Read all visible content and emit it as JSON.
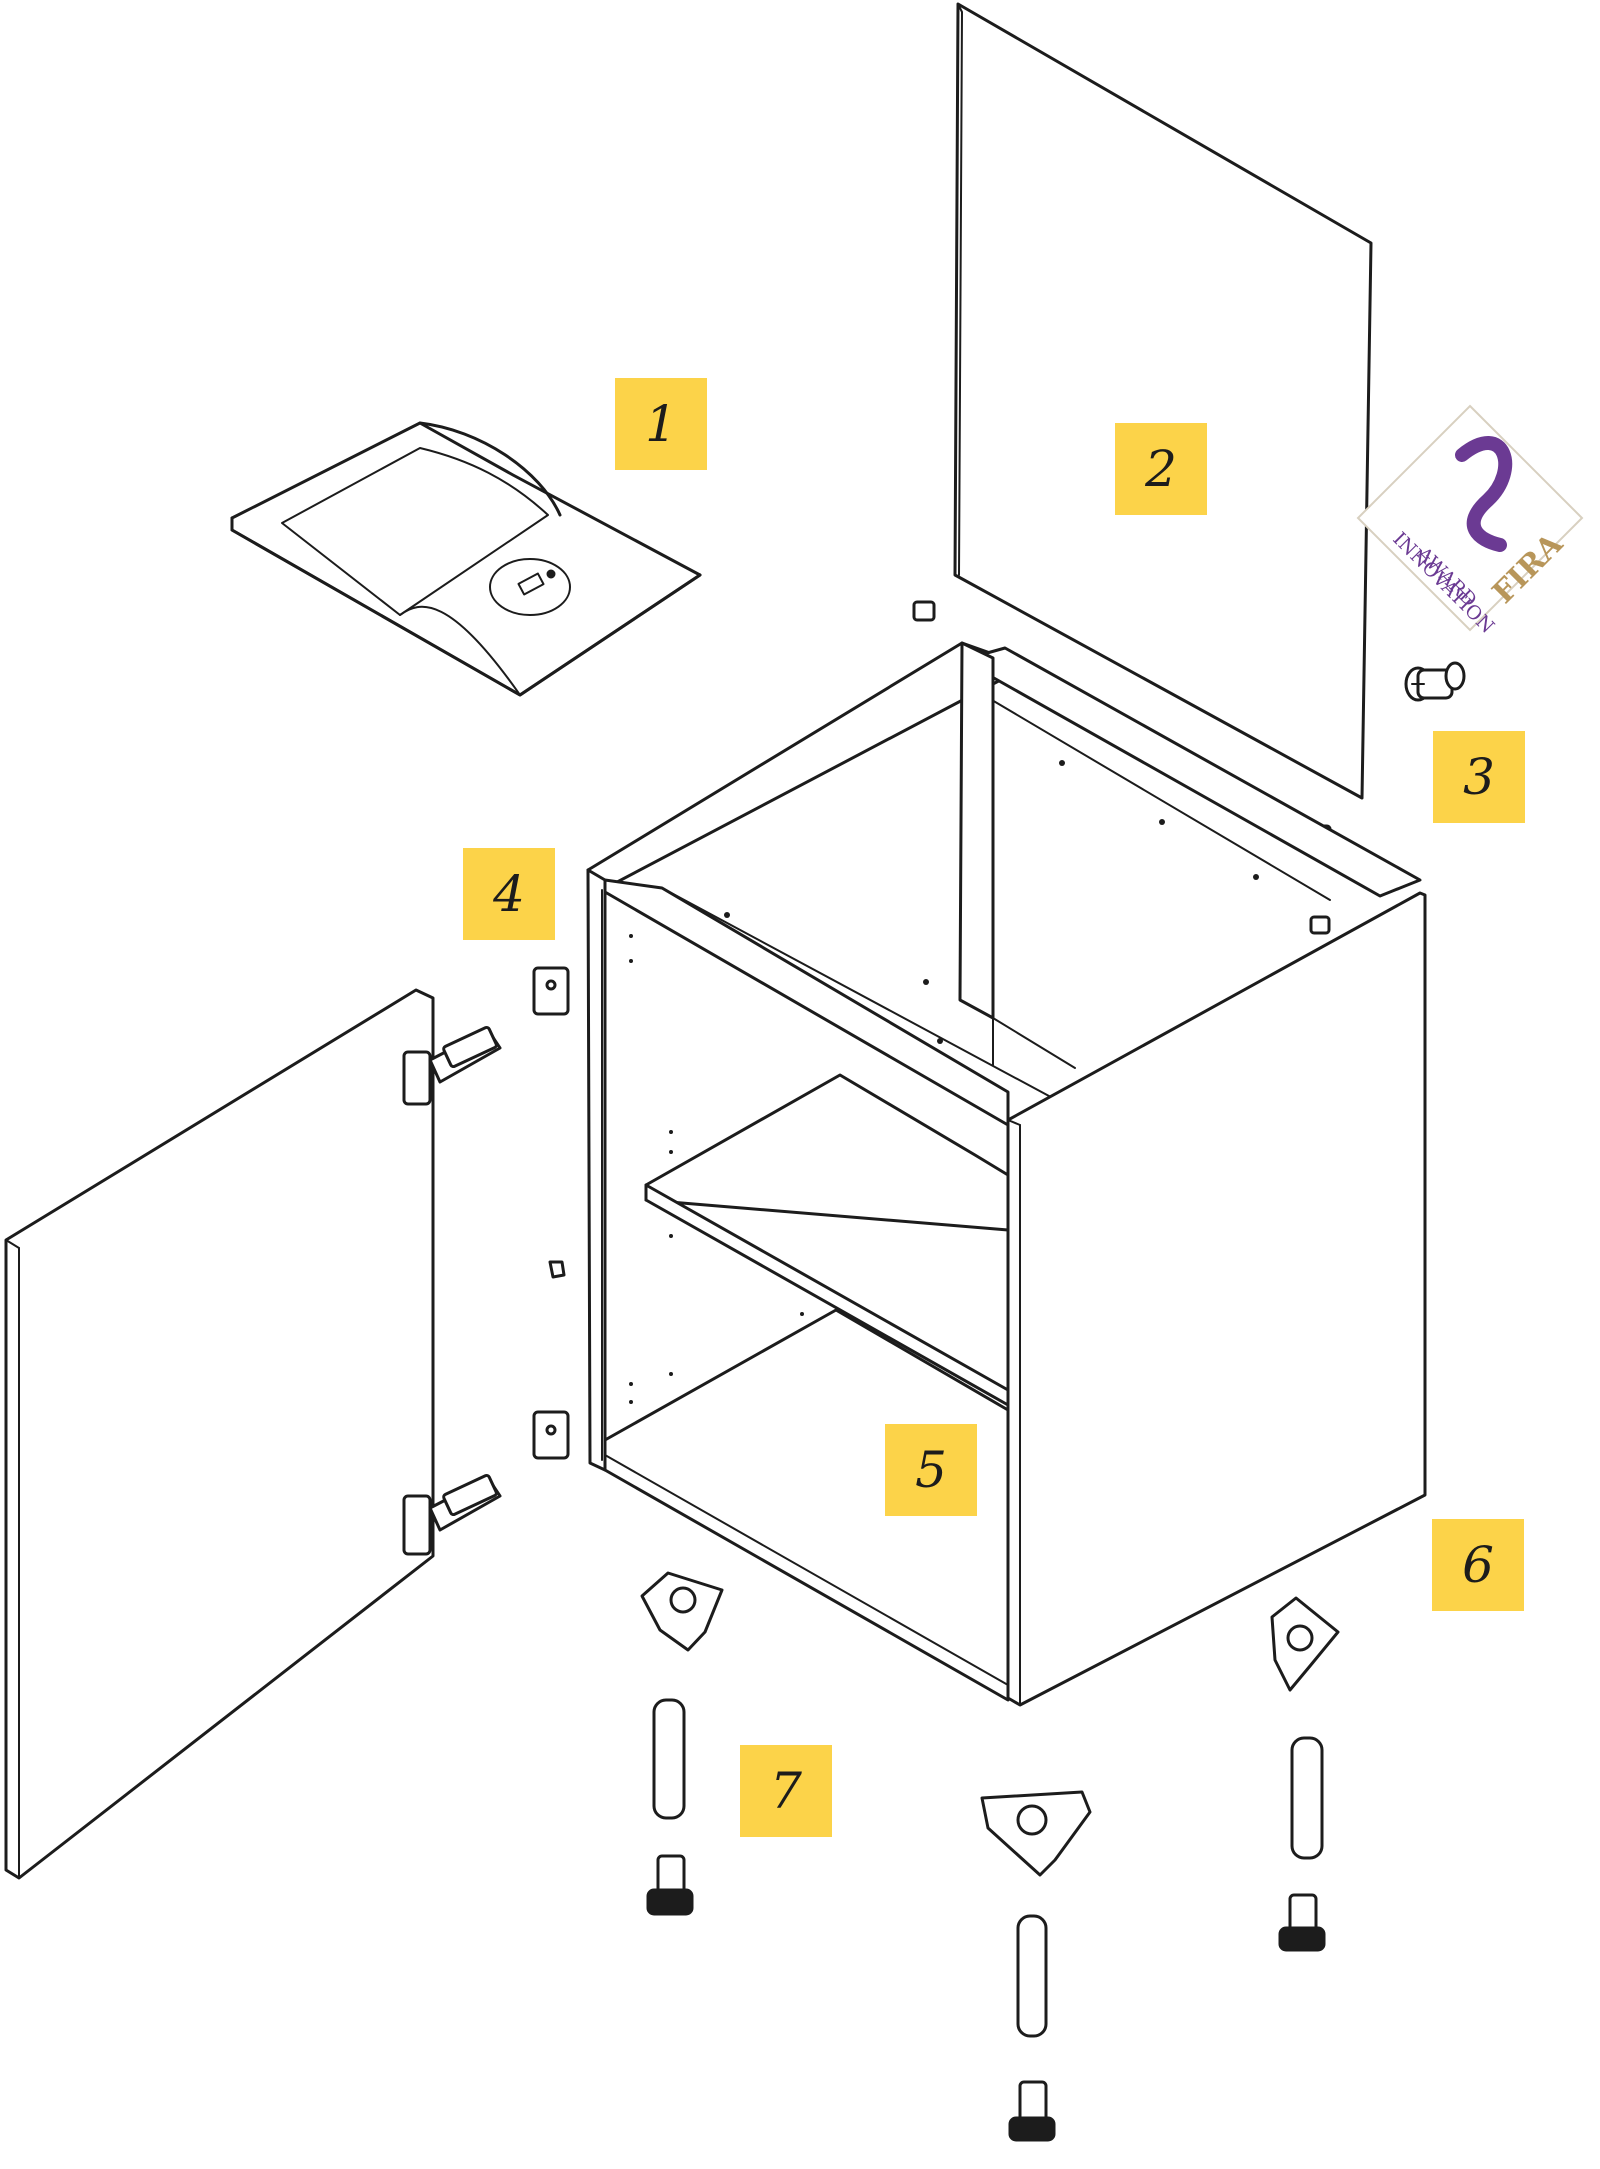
{
  "labels": [
    "1",
    "2",
    "3",
    "4",
    "5",
    "6",
    "7"
  ],
  "award": {
    "line1": "INNOVATION",
    "line2": "AWARD",
    "brand": "FIRA",
    "colors": {
      "purple": "#6B3A93",
      "gold": "#B8965A"
    }
  },
  "colors": {
    "label_bg": "#FCD349",
    "line": "#1c1c1c",
    "background": "#ffffff"
  }
}
